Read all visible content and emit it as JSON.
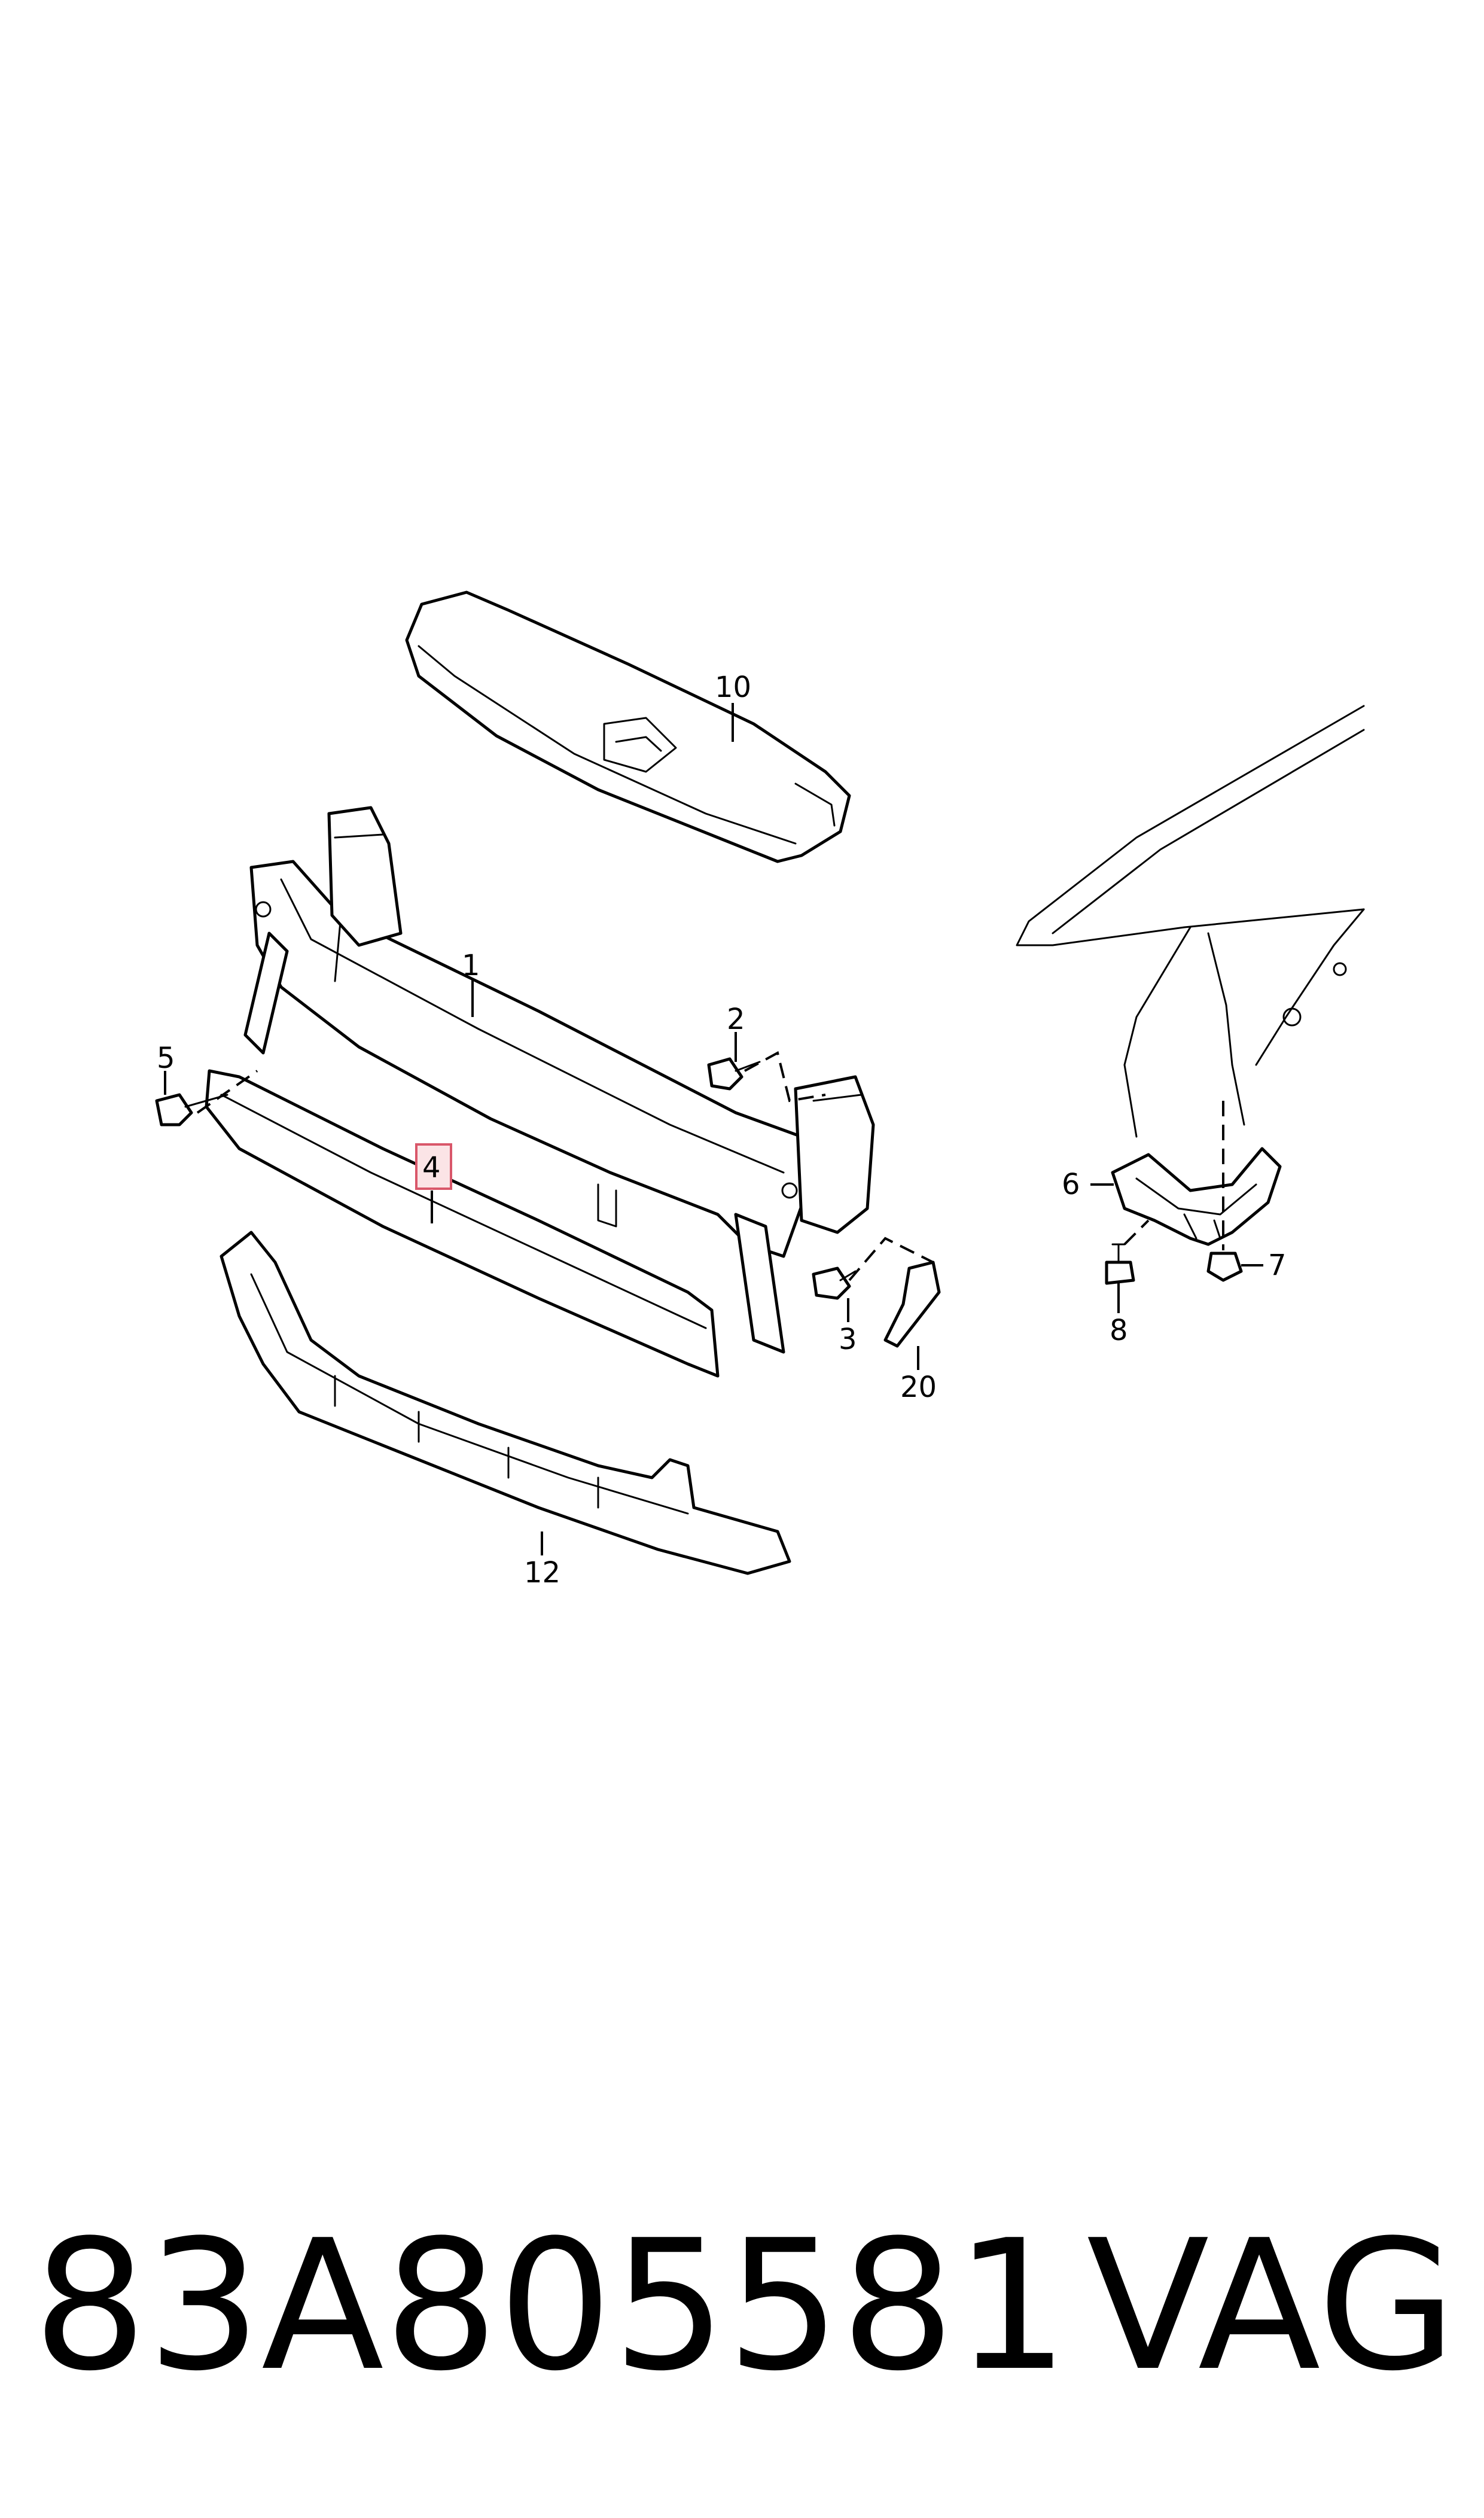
{
  "callouts": {
    "c1": "1",
    "c2": "2",
    "c3": "3",
    "c4": "4",
    "c5": "5",
    "c6": "6",
    "c7": "7",
    "c8": "8",
    "c10": "10",
    "c12": "12",
    "c20": "20"
  },
  "highlighted_callout": "4",
  "caption": {
    "part_number": "83A805581",
    "brand": "VAG"
  },
  "colors": {
    "line": "#000000",
    "highlight_fill": "#fbe4e6",
    "highlight_stroke": "#d9576a"
  }
}
